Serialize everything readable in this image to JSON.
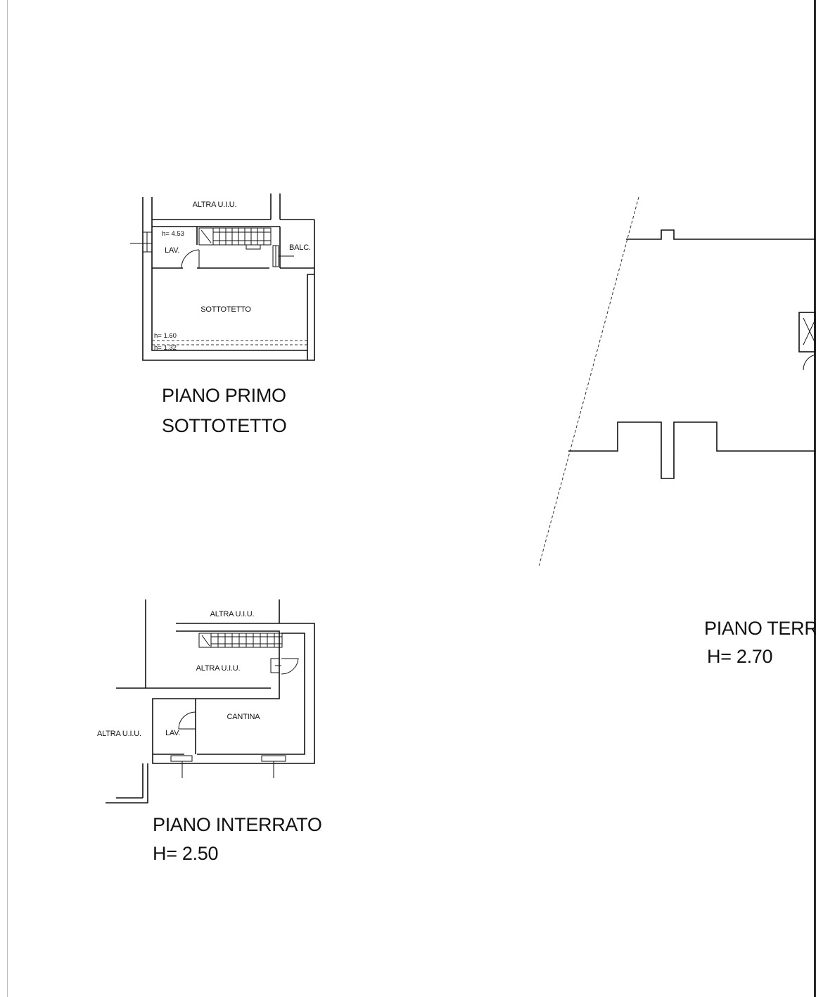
{
  "piano_primo": {
    "title_line1": "PIANO PRIMO",
    "title_line2": "SOTTOTETTO",
    "rooms": {
      "altra": "ALTRA U.I.U.",
      "lav": "LAV.",
      "balc": "BALC.",
      "sottotetto": "SOTTOTETTO"
    },
    "heights": {
      "h_high": "h= 4.53",
      "h_mid": "h= 1.60",
      "h_low": "h= 1.32"
    }
  },
  "piano_interrato": {
    "title_line1": "PIANO INTERRATO",
    "title_line2": "H= 2.50",
    "rooms": {
      "altra_top": "ALTRA U.I.U.",
      "altra_mid": "ALTRA U.I.U.",
      "altra_left": "ALTRA U.I.U.",
      "cantina": "CANTINA",
      "lav": "LAV."
    }
  },
  "piano_terra": {
    "title_line1": "PIANO TERR",
    "title_line2": "H= 2.70"
  }
}
